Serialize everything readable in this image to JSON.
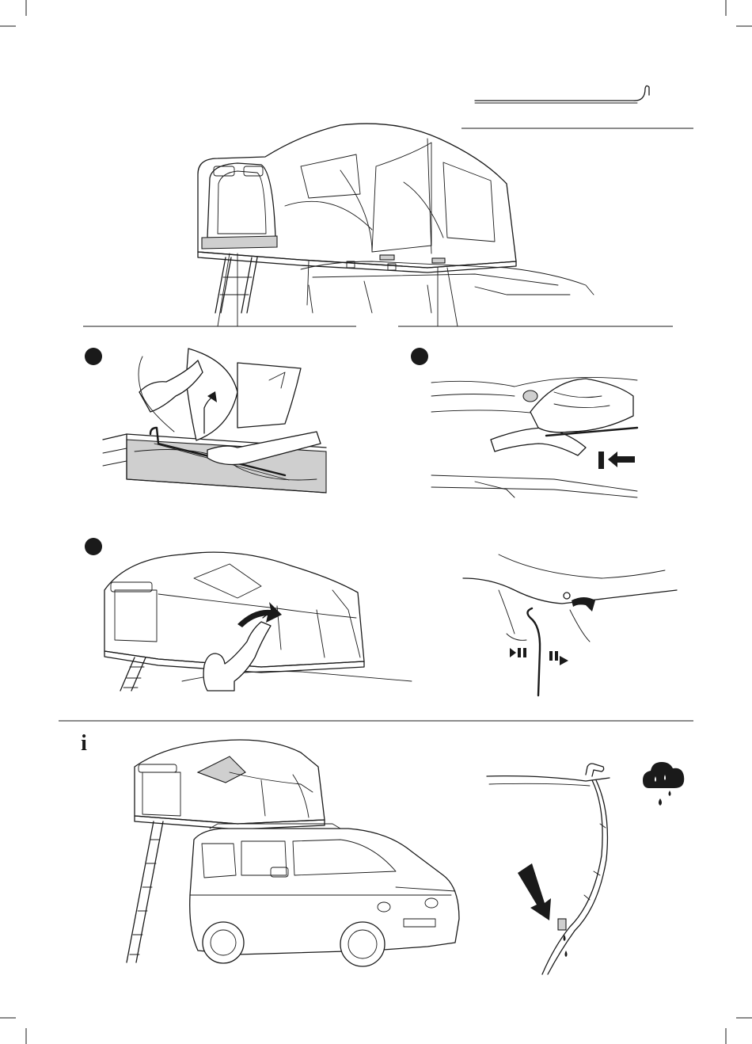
{
  "page": {
    "background": "#ffffff",
    "ink": "#1a1a1a",
    "highlight": "#cfcfcf"
  },
  "figures": {
    "top_overview": {
      "icon": "tent-overview-illustration"
    },
    "rod_detail": {
      "icon": "hooked-rod-icon"
    },
    "step_1": {
      "icon": "step-marker-dot"
    },
    "step_2": {
      "icon": "step-marker-dot"
    },
    "step_3": {
      "icon": "step-marker-dot"
    },
    "hook_detail": {
      "icon": "hook-attach-detail"
    },
    "info": {
      "icon": "info-icon",
      "glyph": "i"
    },
    "bottom_car_tent": {
      "icon": "car-with-roof-tent"
    },
    "rain_drip_detail": {
      "icon": "rain-drip-detail"
    },
    "rain_cloud": {
      "icon": "rain-cloud-icon"
    }
  }
}
